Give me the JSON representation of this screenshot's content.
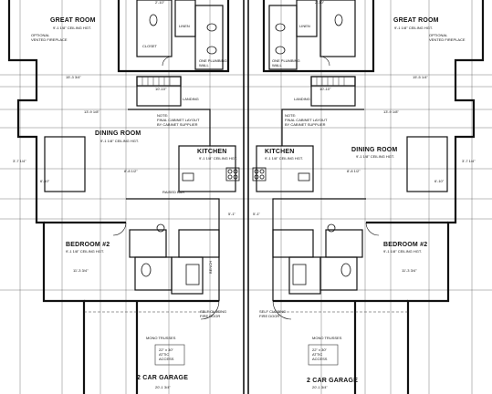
{
  "rooms": {
    "great_room_left": {
      "name": "GREAT ROOM",
      "ceiling": "9'-1 1/8\" CEILING HGT.",
      "note_1": "OPTIONAL",
      "note_2": "VENTED FIREPLACE"
    },
    "great_room_right": {
      "name": "GREAT ROOM",
      "ceiling": "9'-1 1/8\" CEILING HGT.",
      "note_1": "OPTIONAL",
      "note_2": "VENTED FIREPLACE"
    },
    "dining_left": {
      "name": "DINING ROOM",
      "ceiling": "9'-1 1/8\" CEILING HGT."
    },
    "dining_right": {
      "name": "DINING ROOM",
      "ceiling": "9'-1 1/8\" CEILING HGT."
    },
    "kitchen_left": {
      "name": "KITCHEN",
      "ceiling": "9'-1 1/8\" CEILING HGT."
    },
    "kitchen_right": {
      "name": "KITCHEN",
      "ceiling": "9'-1 1/8\" CEILING HGT."
    },
    "bedroom_left": {
      "name": "BEDROOM #2",
      "ceiling": "9'-1 1/8\" CEILING HGT."
    },
    "bedroom_right": {
      "name": "BEDROOM #2",
      "ceiling": "9'-1 1/8\" CEILING HGT."
    },
    "garage_left": {
      "name": "2 CAR GARAGE",
      "truss": "MONO TRUSSES"
    },
    "garage_right": {
      "name": "2 CAR GARAGE",
      "truss": "MONO TRUSSES"
    }
  },
  "notes": {
    "cabinet_left": [
      "NOTE:",
      "FINAL CABINET LAYOUT",
      "BY CABINET SUPPLIER"
    ],
    "cabinet_right": [
      "NOTE:",
      "FINAL CABINET LAYOUT",
      "BY CABINET SUPPLIER"
    ],
    "plumbing_left": [
      "ONE PLUMBING",
      "WALL"
    ],
    "plumbing_right": [
      "ONE PLUMBING",
      "WALL"
    ],
    "fire_door_left": [
      "SELF CLOSING",
      "FIRE DOOR"
    ],
    "fire_door_right": [
      "SELF CLOSING",
      "FIRE DOOR"
    ],
    "attic_left": [
      "22\" x 30\"",
      "ATTIC",
      "ACCESS"
    ],
    "attic_right": [
      "22\" x 30\"",
      "ATTIC",
      "ACCESS"
    ],
    "landing_left": "LANDING",
    "landing_right": "LANDING",
    "closet_left": "CLOSET",
    "linen_left": "LINEN",
    "linen_right": "LINEN",
    "raised_bar": "RAISED BAR",
    "bench": "BENCH"
  },
  "dims": {
    "d1": "15'-3 3/4\"",
    "d2": "15'-5 1/4\"",
    "d3": "10'-10\"",
    "d4": "10'-10\"",
    "d5": "13'-9 1/8\"",
    "d6": "13'-9 1/8\"",
    "d7": "8'-8 1/2\"",
    "d8": "8'-8 1/2\"",
    "d9": "11'-3 3/4\"",
    "d10": "11'-3 3/4\"",
    "d11": "20'-1 3/4\"",
    "d12": "20'-1 3/4\"",
    "d13": "3'-7 1/4\"",
    "d14": "3'-7 1/4\"",
    "d15": "6'-10\"",
    "d16": "6'-10\"",
    "d17": "2'-10\"",
    "d18": "2'-10\"",
    "d19": "5'-1\"",
    "d20": "5'-1\""
  }
}
